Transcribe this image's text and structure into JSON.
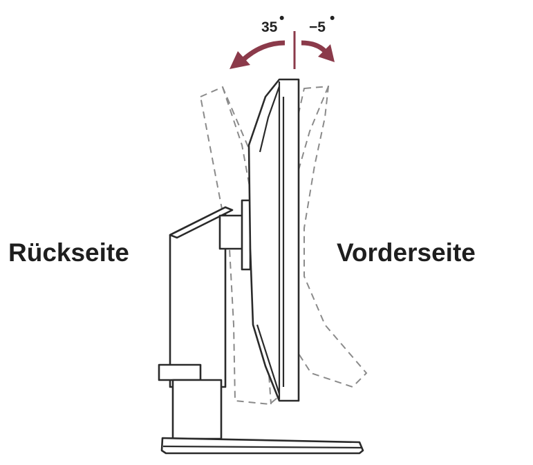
{
  "labels": {
    "back": "Rückseite",
    "front": "Vorderseite"
  },
  "tilt": {
    "back_angle": "35",
    "front_angle": "−5",
    "degree_mark": "•"
  },
  "colors": {
    "arrow": "#8b3a4a",
    "outline": "#2a2a2a",
    "dashed_outline": "#8a8a8a"
  }
}
